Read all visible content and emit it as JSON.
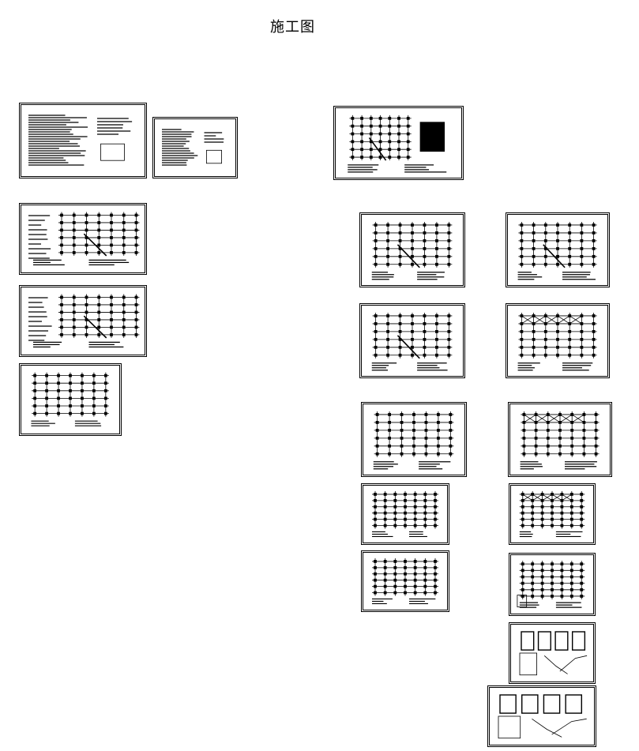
{
  "page": {
    "title": "施工图"
  },
  "sheets": [
    {
      "id": "design-notes-1",
      "type": "notes"
    },
    {
      "id": "design-notes-2",
      "type": "notes-small"
    },
    {
      "id": "plan-top-center",
      "type": "grid-table"
    },
    {
      "id": "left-plan-1",
      "type": "grid-details"
    },
    {
      "id": "left-plan-2",
      "type": "grid-details"
    },
    {
      "id": "left-plan-3",
      "type": "grid"
    },
    {
      "id": "right-a-1",
      "type": "grid-diag"
    },
    {
      "id": "right-b-1",
      "type": "grid-diag"
    },
    {
      "id": "right-a-2",
      "type": "grid-diag"
    },
    {
      "id": "right-b-2",
      "type": "grid-x"
    },
    {
      "id": "right-a-3",
      "type": "grid-l"
    },
    {
      "id": "right-b-3",
      "type": "grid-lx"
    },
    {
      "id": "right-a-4",
      "type": "grid"
    },
    {
      "id": "right-b-4",
      "type": "grid-x"
    },
    {
      "id": "right-a-5",
      "type": "grid"
    },
    {
      "id": "right-b-5",
      "type": "grid-stair"
    },
    {
      "id": "stair-detail-1",
      "type": "stair"
    },
    {
      "id": "stair-detail-2",
      "type": "stair"
    }
  ]
}
